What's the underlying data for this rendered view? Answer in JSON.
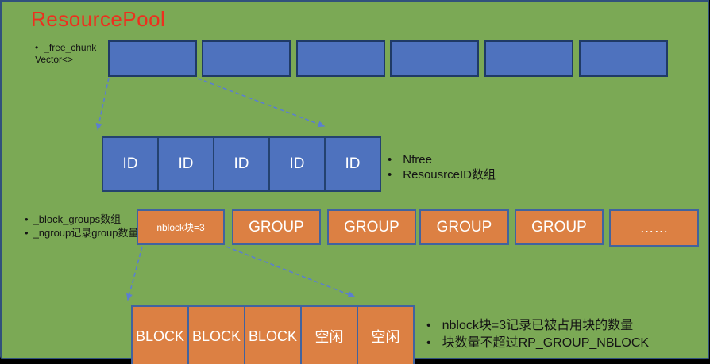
{
  "title": "ResourcePool",
  "palette": {
    "background_green": "#7BA955",
    "frame_navy": "#31517C",
    "app_background_black": "#000000",
    "box_blue_fill": "#4E72BE",
    "box_blue_border": "#1F3A66",
    "box_orange_fill": "#DC8043",
    "box_orange_border": "#41639F",
    "arrow_blue": "#5B7ED1",
    "title_red": "#EE2F1E"
  },
  "notes": {
    "free_chunk": {
      "line1": "_free_chunk",
      "line2": "Vector<>"
    },
    "nfree": {
      "line1": "Nfree",
      "line2": "ResousrceID数组"
    },
    "block_groups": {
      "line1": "_block_groups数组",
      "line2": "_ngroup记录group数量"
    },
    "bottom": {
      "line1": "nblock块=3记录已被占用块的数量",
      "line2": "块数量不超过RP_GROUP_NBLOCK"
    }
  },
  "chunk_row": {
    "box_count": 6
  },
  "id_row": {
    "cells": [
      "ID",
      "ID",
      "ID",
      "ID",
      "ID"
    ]
  },
  "group_row": {
    "nblock_label": "nblock块=3",
    "cells": [
      "GROUP",
      "GROUP",
      "GROUP",
      "GROUP"
    ],
    "ellipsis": "……"
  },
  "block_row": {
    "cells": [
      "BLOCK",
      "BLOCK",
      "BLOCK",
      "空闲",
      "空闲"
    ]
  }
}
